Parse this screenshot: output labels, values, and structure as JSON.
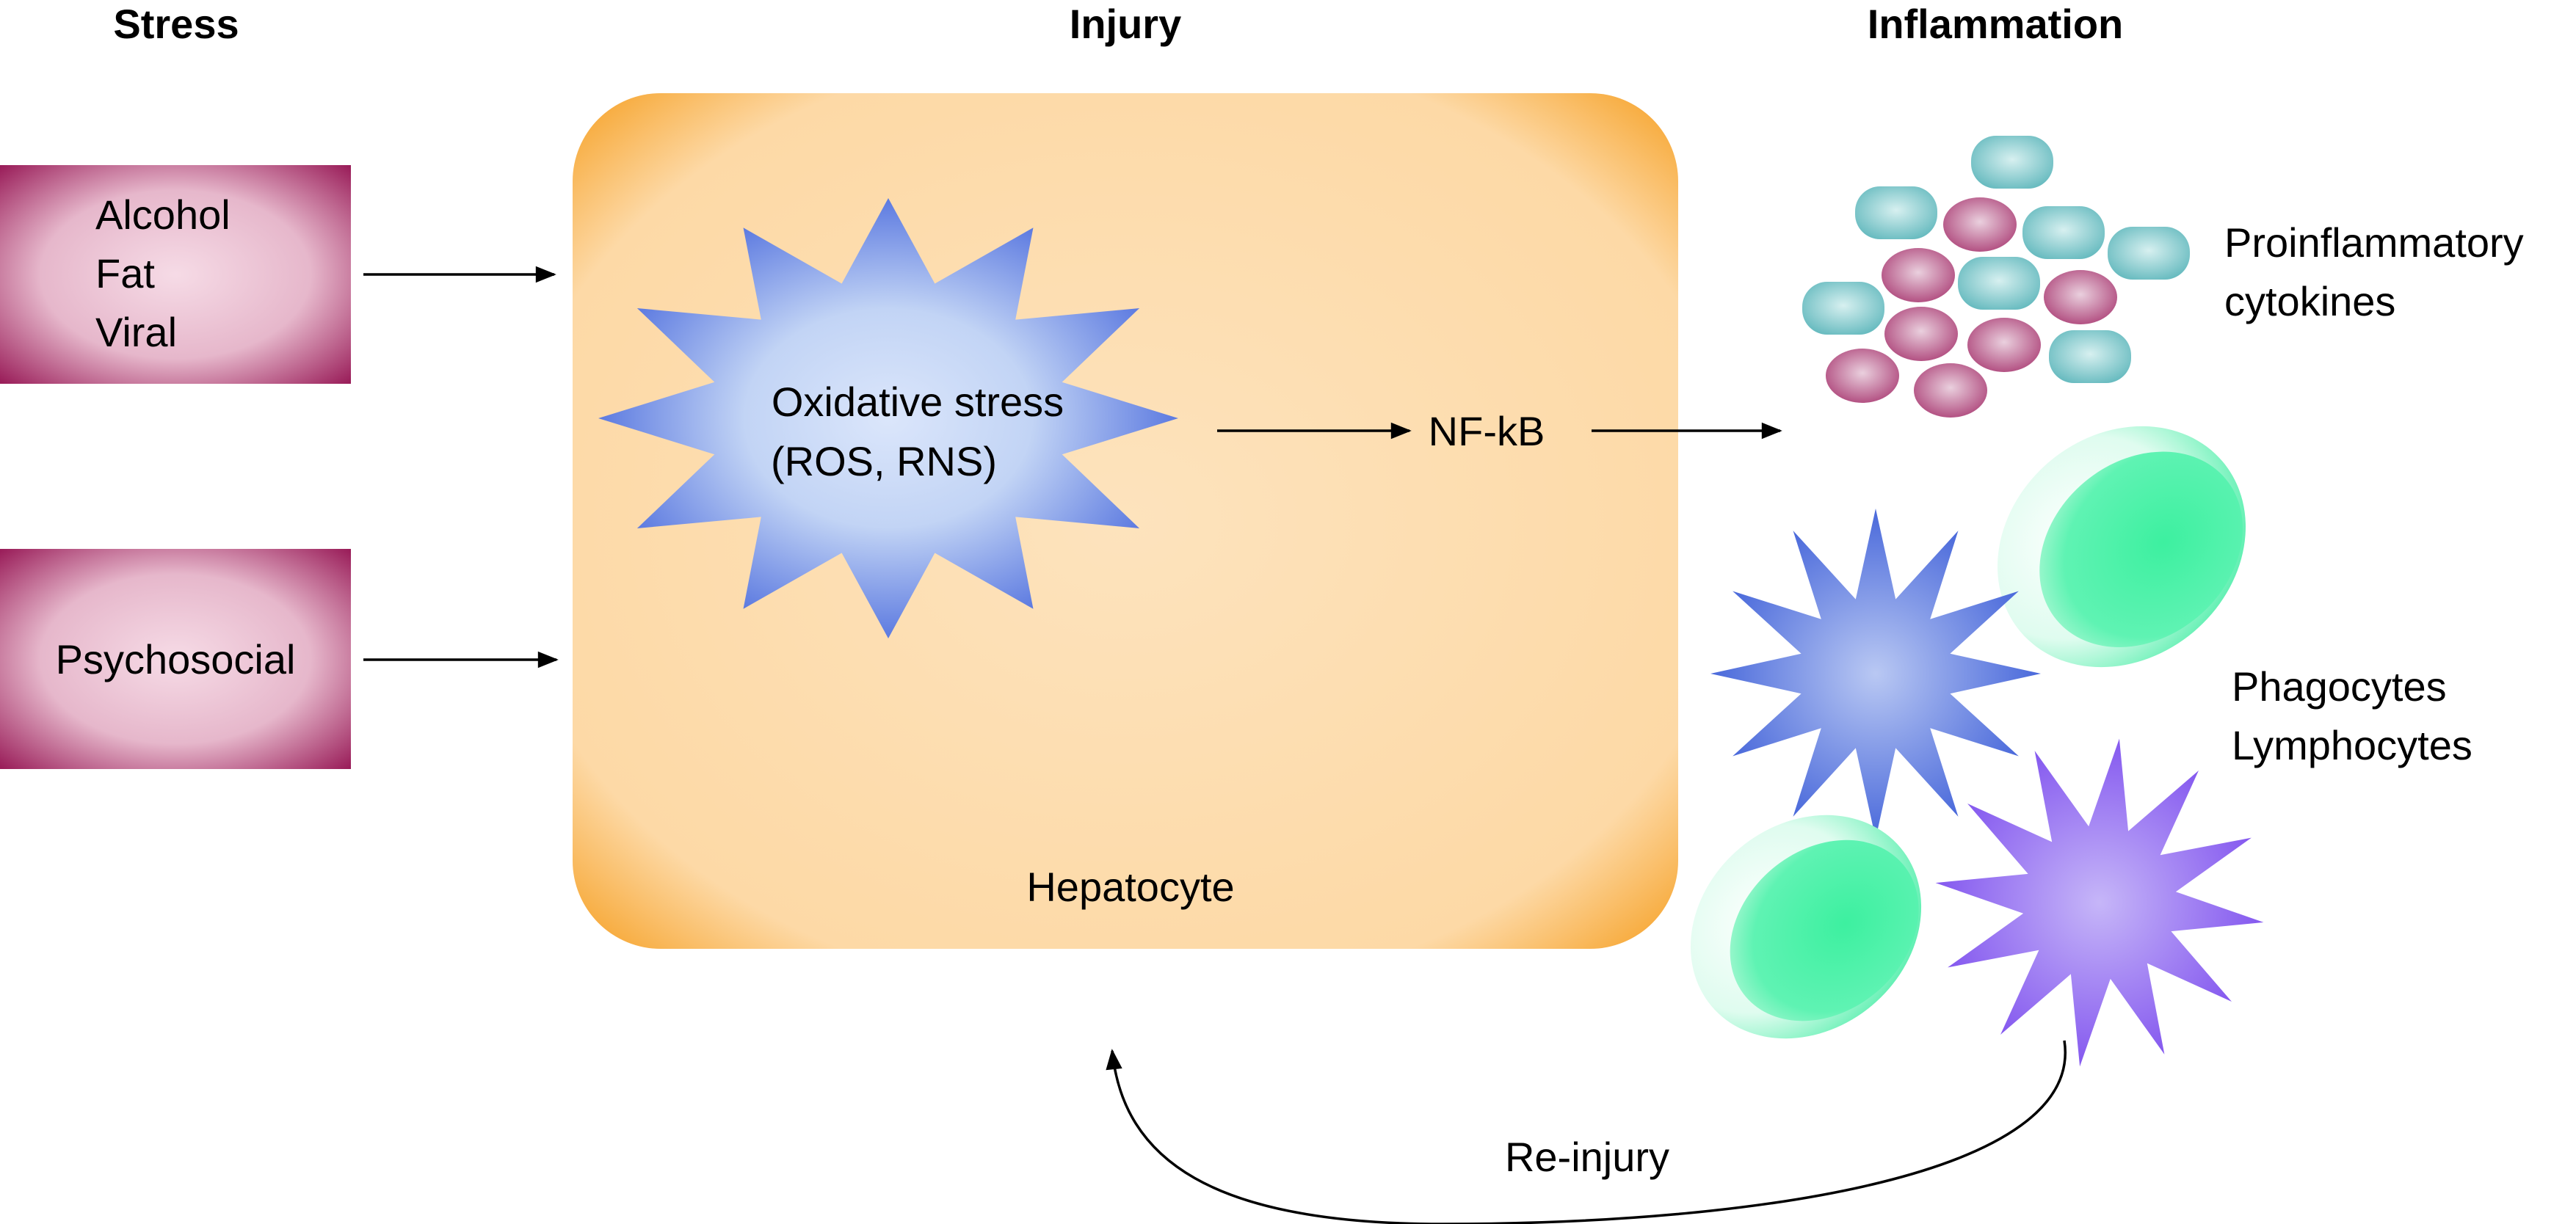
{
  "headers": {
    "stress": "Stress",
    "injury": "Injury",
    "inflammation": "Inflammation"
  },
  "stress_boxes": {
    "box1": {
      "lines": [
        "Alcohol",
        "Fat",
        "Viral"
      ]
    },
    "box2": {
      "label": "Psychosocial"
    }
  },
  "hepatocyte": {
    "label": "Hepatocyte",
    "oxidative": {
      "line1": "Oxidative stress",
      "line2": "(ROS, RNS)"
    },
    "nfkb": "NF-kB"
  },
  "inflammation": {
    "cytokines": {
      "line1": "Proinflammatory",
      "line2": "cytokines"
    },
    "cells": {
      "line1": "Phagocytes",
      "line2": "Lymphocytes"
    }
  },
  "reinjury": "Re-injury",
  "colors": {
    "stress_box_edge": "#9a1e5a",
    "stress_box_fill": "#e9bed0",
    "hepatocyte_edge": "#f59a16",
    "hepatocyte_fill": "#fde0b6",
    "oxidative_edge": "#4868dc",
    "oxidative_fill": "#cadbf6",
    "teal_cytokine": "#6cc0c4",
    "magenta_cytokine": "#b8467e",
    "green_cell": "#3ff1a0",
    "purple_cell": "#8a5ef0"
  }
}
